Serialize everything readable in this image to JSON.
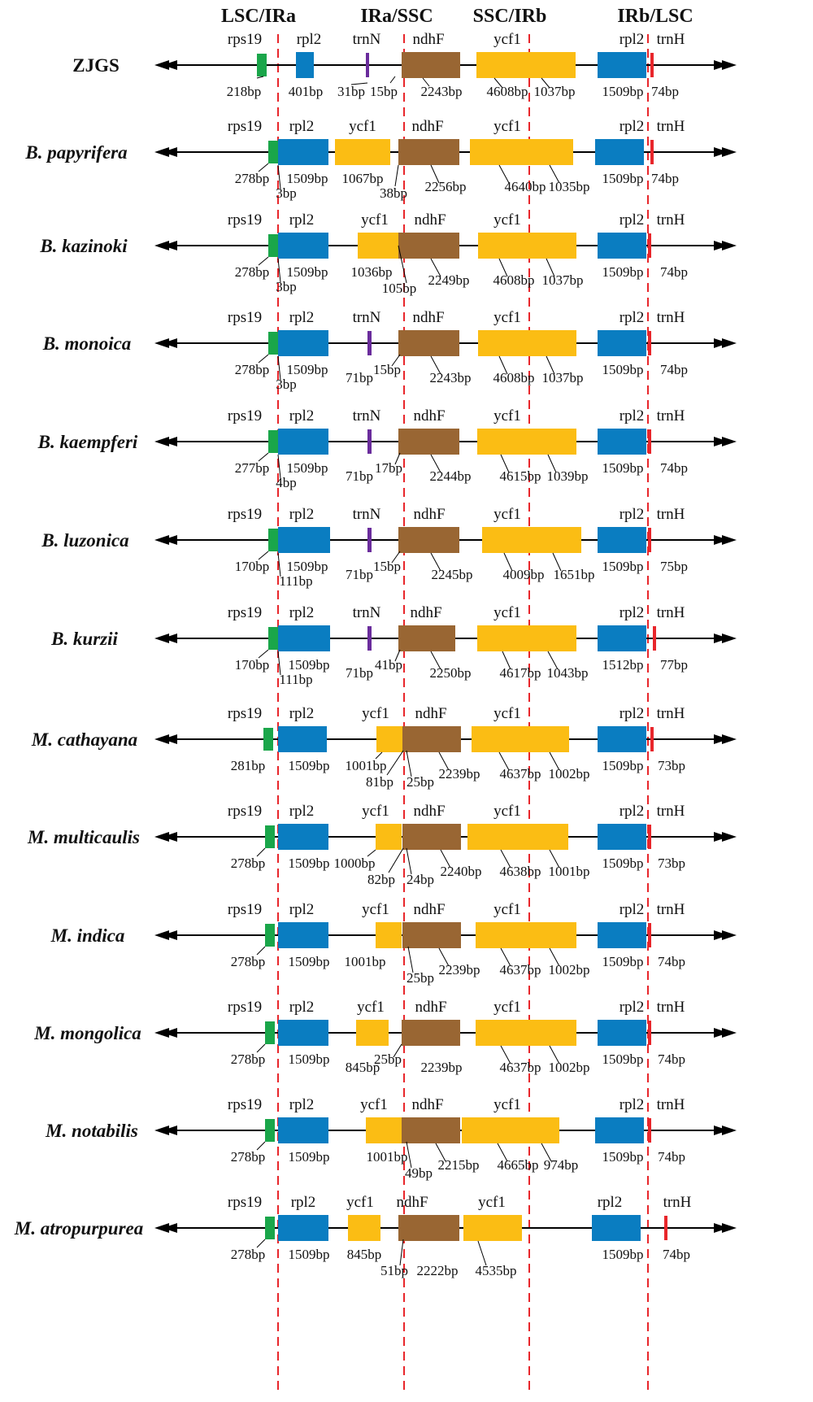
{
  "colors": {
    "rps19": "#1aa64a",
    "rpl2": "#0a7dc1",
    "ycf1": "#fbbd14",
    "ndhF": "#996633",
    "trnN": "#6a2c9c",
    "trnH": "#e8262b",
    "boundary": "#e8262b",
    "line": "#000000"
  },
  "junctions": [
    {
      "id": "lsc-ira",
      "label": "LSC/IRa"
    },
    {
      "id": "ira-ssc",
      "label": "IRa/SSC"
    },
    {
      "id": "ssc-irb",
      "label": "SSC/IRb"
    },
    {
      "id": "irb-lsc",
      "label": "IRb/LSC"
    }
  ],
  "rows": [
    {
      "species": "ZJGS",
      "italic": false,
      "genes": [
        {
          "name": "rps19",
          "type": "rps19",
          "label": "rps19"
        },
        {
          "name": "rpl2",
          "type": "rpl2",
          "label": "rpl2"
        },
        {
          "name": "trnN",
          "type": "trnN",
          "label": "trnN"
        },
        {
          "name": "ndhF",
          "type": "ndhF",
          "label": "ndhF"
        },
        {
          "name": "ycf1",
          "type": "ycf1",
          "label": "ycf1"
        },
        {
          "name": "rpl2-b",
          "type": "rpl2",
          "label": "rpl2"
        },
        {
          "name": "trnH",
          "type": "trnH",
          "label": "trnH"
        }
      ],
      "lengths": [
        "218bp",
        "401bp",
        "31bp",
        "15bp",
        "2243bp",
        "4608bp",
        "1037bp",
        "1509bp",
        "74bp"
      ]
    },
    {
      "species": "B. papyrifera",
      "italic": true,
      "genes": [
        {
          "name": "rps19",
          "type": "rps19",
          "label": "rps19"
        },
        {
          "name": "rpl2",
          "type": "rpl2",
          "label": "rpl2"
        },
        {
          "name": "ycf1-a",
          "type": "ycf1",
          "label": "ycf1"
        },
        {
          "name": "ndhF",
          "type": "ndhF",
          "label": "ndhF"
        },
        {
          "name": "ycf1",
          "type": "ycf1",
          "label": "ycf1"
        },
        {
          "name": "rpl2-b",
          "type": "rpl2",
          "label": "rpl2"
        },
        {
          "name": "trnH",
          "type": "trnH",
          "label": "trnH"
        }
      ],
      "lengths": [
        "278bp",
        "3bp",
        "1509bp",
        "1067bp",
        "38bp",
        "2256bp",
        "4640bp",
        "1035bp",
        "1509bp",
        "74bp"
      ]
    },
    {
      "species": "B. kazinoki",
      "italic": true,
      "genes": [
        {
          "name": "rps19",
          "type": "rps19",
          "label": "rps19"
        },
        {
          "name": "rpl2",
          "type": "rpl2",
          "label": "rpl2"
        },
        {
          "name": "ycf1-a",
          "type": "ycf1",
          "label": "ycf1"
        },
        {
          "name": "ndhF",
          "type": "ndhF",
          "label": "ndhF"
        },
        {
          "name": "ycf1",
          "type": "ycf1",
          "label": "ycf1"
        },
        {
          "name": "rpl2-b",
          "type": "rpl2",
          "label": "rpl2"
        },
        {
          "name": "trnH",
          "type": "trnH",
          "label": "trnH"
        }
      ],
      "lengths": [
        "278bp",
        "3bp",
        "1509bp",
        "1036bp",
        "105bp",
        "2249bp",
        "4608bp",
        "1037bp",
        "1509bp",
        "74bp"
      ]
    },
    {
      "species": "B. monoica",
      "italic": true,
      "genes": [
        {
          "name": "rps19",
          "type": "rps19",
          "label": "rps19"
        },
        {
          "name": "rpl2",
          "type": "rpl2",
          "label": "rpl2"
        },
        {
          "name": "trnN",
          "type": "trnN",
          "label": "trnN"
        },
        {
          "name": "ndhF",
          "type": "ndhF",
          "label": "ndhF"
        },
        {
          "name": "ycf1",
          "type": "ycf1",
          "label": "ycf1"
        },
        {
          "name": "rpl2-b",
          "type": "rpl2",
          "label": "rpl2"
        },
        {
          "name": "trnH",
          "type": "trnH",
          "label": "trnH"
        }
      ],
      "lengths": [
        "278bp",
        "3bp",
        "1509bp",
        "71bp",
        "15bp",
        "2243bp",
        "4608bp",
        "1037bp",
        "1509bp",
        "74bp"
      ]
    },
    {
      "species": "B. kaempferi",
      "italic": true,
      "genes": [
        {
          "name": "rps19",
          "type": "rps19",
          "label": "rps19"
        },
        {
          "name": "rpl2",
          "type": "rpl2",
          "label": "rpl2"
        },
        {
          "name": "trnN",
          "type": "trnN",
          "label": "trnN"
        },
        {
          "name": "ndhF",
          "type": "ndhF",
          "label": "ndhF"
        },
        {
          "name": "ycf1",
          "type": "ycf1",
          "label": "ycf1"
        },
        {
          "name": "rpl2-b",
          "type": "rpl2",
          "label": "rpl2"
        },
        {
          "name": "trnH",
          "type": "trnH",
          "label": "trnH"
        }
      ],
      "lengths": [
        "277bp",
        "4bp",
        "1509bp",
        "71bp",
        "17bp",
        "2244bp",
        "4615bp",
        "1039bp",
        "1509bp",
        "74bp"
      ]
    },
    {
      "species": "B. luzonica",
      "italic": true,
      "genes": [
        {
          "name": "rps19",
          "type": "rps19",
          "label": "rps19"
        },
        {
          "name": "rpl2",
          "type": "rpl2",
          "label": "rpl2"
        },
        {
          "name": "trnN",
          "type": "trnN",
          "label": "trnN"
        },
        {
          "name": "ndhF",
          "type": "ndhF",
          "label": "ndhF"
        },
        {
          "name": "ycf1",
          "type": "ycf1",
          "label": "ycf1"
        },
        {
          "name": "rpl2-b",
          "type": "rpl2",
          "label": "rpl2"
        },
        {
          "name": "trnH",
          "type": "trnH",
          "label": "trnH"
        }
      ],
      "lengths": [
        "170bp",
        "111bp",
        "1509bp",
        "71bp",
        "15bp",
        "2245bp",
        "4009bp",
        "1651bp",
        "1509bp",
        "75bp"
      ]
    },
    {
      "species": "B. kurzii",
      "italic": true,
      "genes": [
        {
          "name": "rps19",
          "type": "rps19",
          "label": "rps19"
        },
        {
          "name": "rpl2",
          "type": "rpl2",
          "label": "rpl2"
        },
        {
          "name": "trnN",
          "type": "trnN",
          "label": "trnN"
        },
        {
          "name": "ndhF",
          "type": "ndhF",
          "label": "ndhF"
        },
        {
          "name": "ycf1",
          "type": "ycf1",
          "label": "ycf1"
        },
        {
          "name": "rpl2-b",
          "type": "rpl2",
          "label": "rpl2"
        },
        {
          "name": "trnH",
          "type": "trnH",
          "label": "trnH"
        }
      ],
      "lengths": [
        "170bp",
        "111bp",
        "1509bp",
        "71bp",
        "41bp",
        "2250bp",
        "4617bp",
        "1043bp",
        "1512bp",
        "77bp"
      ]
    },
    {
      "species": "M. cathayana",
      "italic": true,
      "genes": [
        {
          "name": "rps19",
          "type": "rps19",
          "label": "rps19"
        },
        {
          "name": "rpl2",
          "type": "rpl2",
          "label": "rpl2"
        },
        {
          "name": "ycf1-a",
          "type": "ycf1",
          "label": "ycf1"
        },
        {
          "name": "ndhF",
          "type": "ndhF",
          "label": "ndhF"
        },
        {
          "name": "ycf1",
          "type": "ycf1",
          "label": "ycf1"
        },
        {
          "name": "rpl2-b",
          "type": "rpl2",
          "label": "rpl2"
        },
        {
          "name": "trnH",
          "type": "trnH",
          "label": "trnH"
        }
      ],
      "lengths": [
        "281bp",
        "1509bp",
        "1001bp",
        "81bp",
        "25bp",
        "2239bp",
        "4637bp",
        "1002bp",
        "1509bp",
        "73bp"
      ]
    },
    {
      "species": "M. multicaulis",
      "italic": true,
      "genes": [
        {
          "name": "rps19",
          "type": "rps19",
          "label": "rps19"
        },
        {
          "name": "rpl2",
          "type": "rpl2",
          "label": "rpl2"
        },
        {
          "name": "ycf1-a",
          "type": "ycf1",
          "label": "ycf1"
        },
        {
          "name": "ndhF",
          "type": "ndhF",
          "label": "ndhF"
        },
        {
          "name": "ycf1",
          "type": "ycf1",
          "label": "ycf1"
        },
        {
          "name": "rpl2-b",
          "type": "rpl2",
          "label": "rpl2"
        },
        {
          "name": "trnH",
          "type": "trnH",
          "label": "trnH"
        }
      ],
      "lengths": [
        "278bp",
        "1509bp",
        "1000bp",
        "82bp",
        "24bp",
        "2240bp",
        "4638bp",
        "1001bp",
        "1509bp",
        "73bp"
      ]
    },
    {
      "species": "M. indica",
      "italic": true,
      "genes": [
        {
          "name": "rps19",
          "type": "rps19",
          "label": "rps19"
        },
        {
          "name": "rpl2",
          "type": "rpl2",
          "label": "rpl2"
        },
        {
          "name": "ycf1-a",
          "type": "ycf1",
          "label": "ycf1"
        },
        {
          "name": "ndhF",
          "type": "ndhF",
          "label": "ndhF"
        },
        {
          "name": "ycf1",
          "type": "ycf1",
          "label": "ycf1"
        },
        {
          "name": "rpl2-b",
          "type": "rpl2",
          "label": "rpl2"
        },
        {
          "name": "trnH",
          "type": "trnH",
          "label": "trnH"
        }
      ],
      "lengths": [
        "278bp",
        "1509bp",
        "1001bp",
        "25bp",
        "2239bp",
        "4637bp",
        "1002bp",
        "1509bp",
        "74bp"
      ]
    },
    {
      "species": "M. mongolica",
      "italic": true,
      "genes": [
        {
          "name": "rps19",
          "type": "rps19",
          "label": "rps19"
        },
        {
          "name": "rpl2",
          "type": "rpl2",
          "label": "rpl2"
        },
        {
          "name": "ycf1-a",
          "type": "ycf1",
          "label": "ycf1"
        },
        {
          "name": "ndhF",
          "type": "ndhF",
          "label": "ndhF"
        },
        {
          "name": "ycf1",
          "type": "ycf1",
          "label": "ycf1"
        },
        {
          "name": "rpl2-b",
          "type": "rpl2",
          "label": "rpl2"
        },
        {
          "name": "trnH",
          "type": "trnH",
          "label": "trnH"
        }
      ],
      "lengths": [
        "278bp",
        "1509bp",
        "845bp",
        "25bp",
        "2239bp",
        "4637bp",
        "1002bp",
        "1509bp",
        "74bp"
      ]
    },
    {
      "species": "M. notabilis",
      "italic": true,
      "genes": [
        {
          "name": "rps19",
          "type": "rps19",
          "label": "rps19"
        },
        {
          "name": "rpl2",
          "type": "rpl2",
          "label": "rpl2"
        },
        {
          "name": "ycf1-a",
          "type": "ycf1",
          "label": "ycf1"
        },
        {
          "name": "ndhF",
          "type": "ndhF",
          "label": "ndhF"
        },
        {
          "name": "ycf1",
          "type": "ycf1",
          "label": "ycf1"
        },
        {
          "name": "rpl2-b",
          "type": "rpl2",
          "label": "rpl2"
        },
        {
          "name": "trnH",
          "type": "trnH",
          "label": "trnH"
        }
      ],
      "lengths": [
        "278bp",
        "1509bp",
        "1001bp",
        "49bp",
        "2215bp",
        "4665bp",
        "974bp",
        "1509bp",
        "74bp"
      ]
    },
    {
      "species": "M. atropurpurea",
      "italic": true,
      "genes": [
        {
          "name": "rps19",
          "type": "rps19",
          "label": "rps19"
        },
        {
          "name": "rpl2",
          "type": "rpl2",
          "label": "rpl2"
        },
        {
          "name": "ycf1-a",
          "type": "ycf1",
          "label": "ycf1"
        },
        {
          "name": "ndhF",
          "type": "ndhF",
          "label": "ndhF"
        },
        {
          "name": "ycf1",
          "type": "ycf1",
          "label": "ycf1"
        },
        {
          "name": "rpl2-b",
          "type": "rpl2",
          "label": "rpl2"
        },
        {
          "name": "trnH",
          "type": "trnH",
          "label": "trnH"
        }
      ],
      "lengths": [
        "278bp",
        "1509bp",
        "845bp",
        "51bp",
        "2222bp",
        "4535bp",
        "1509bp",
        "74bp"
      ]
    }
  ]
}
